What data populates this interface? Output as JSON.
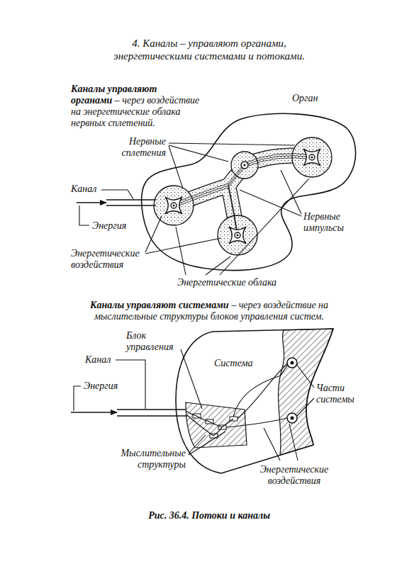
{
  "diagram": {
    "title": "4. Каналы – управляют органами, энергетическими системами и потоками.",
    "caption": "Рис. 36.4. Потоки и каналы",
    "nodes": [
      {
        "text": [
          "Орган"
        ]
      },
      {
        "text": [
          "Система"
        ]
      }
    ],
    "labels": [
      "Каналы управляют органами",
      "– через воздействие на энергетические облака нервных сплетений.",
      "Нервные сплетения",
      "Канал",
      "Энергия",
      "Нервные импульсы",
      "Энергетические воздействия",
      "Энергетические облака",
      "Каналы управляют системами",
      "– через воздействие на мыслительные структуры блоков управления систем.",
      "Блок управления",
      "Канал",
      "Энергия",
      "Части системы",
      "Мыслительные структуры",
      "Энергетические воздействия"
    ]
  }
}
